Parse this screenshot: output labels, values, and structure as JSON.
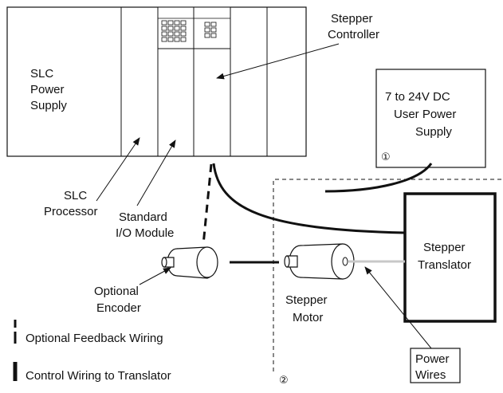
{
  "labels": {
    "stepper_controller_1": "Stepper",
    "stepper_controller_2": "Controller",
    "slc_power_1": "SLC",
    "slc_power_2": "Power",
    "slc_power_3": "Supply",
    "user_power_1": "7 to 24V DC",
    "user_power_2": "User Power",
    "user_power_3": "Supply",
    "note_1": "①",
    "note_2": "②",
    "slc_processor_1": "SLC",
    "slc_processor_2": "Processor",
    "standard_io_1": "Standard",
    "standard_io_2": "I/O Module",
    "translator_1": "Stepper",
    "translator_2": "Translator",
    "optional_encoder_1": "Optional",
    "optional_encoder_2": "Encoder",
    "stepper_motor_1": "Stepper",
    "stepper_motor_2": "Motor",
    "power_wires_1": "Power",
    "power_wires_2": "Wires"
  },
  "legend": {
    "feedback": "Optional Feedback Wiring",
    "control": "Control Wiring to Translator"
  }
}
